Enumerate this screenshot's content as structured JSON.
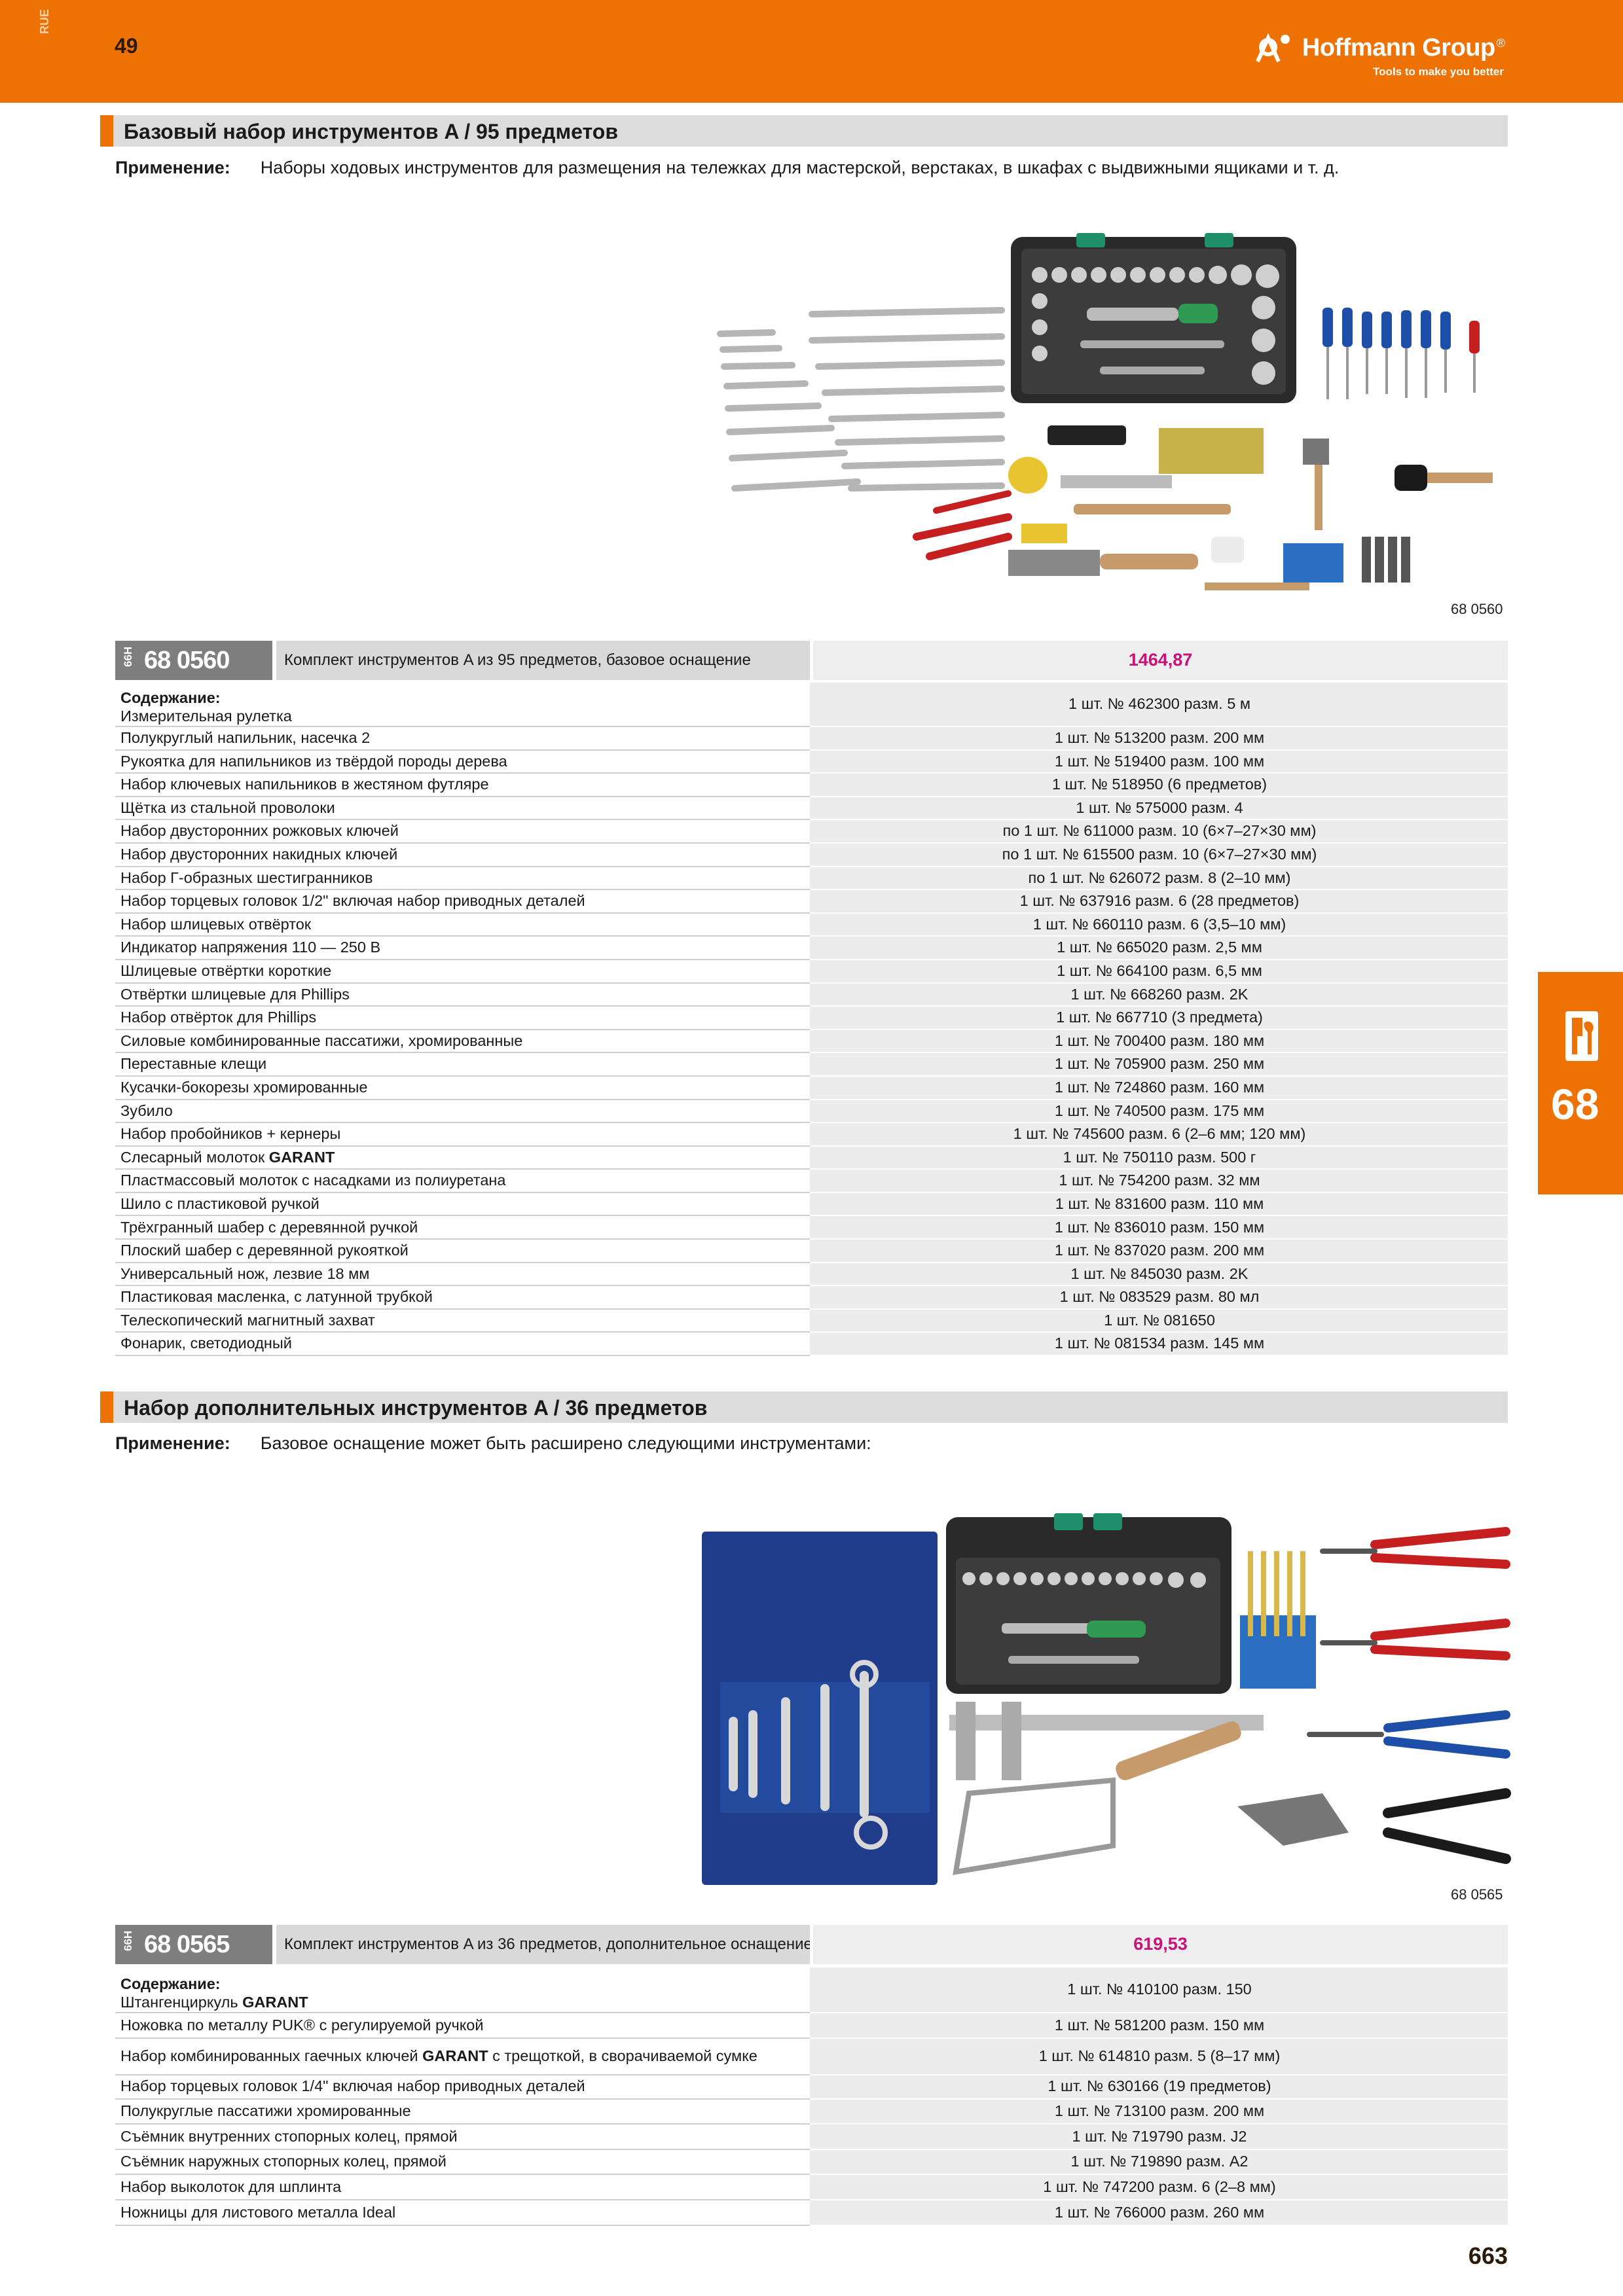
{
  "header": {
    "lang": "RUE",
    "page_top": "49",
    "brand_name": "Hoffmann Group",
    "brand_mark": "®",
    "tagline": "Tools to make you better"
  },
  "section1": {
    "title": "Базовый набор инструментов A / 95 предметов",
    "apply_label": "Применение:",
    "apply_text": "Наборы ходовых инструментов для размещения на тележках для мастерской, верстаках, в шкафах с выдвижными ящиками и т. д.",
    "image_caption": "68 0560",
    "image_icon": "tool-set-photo-icon",
    "product": {
      "vcode": "66H",
      "code": "68 0560",
      "description": "Комплект инструментов A из 95 предметов, базовое оснащение",
      "price": "1464,87"
    },
    "contents_label": "Содержание:",
    "items": [
      {
        "name": "Измерительная рулетка",
        "spec": "1 шт. № 462300 разм. 5 м"
      },
      {
        "name": "Полукруглый напильник, насечка 2",
        "spec": "1 шт. № 513200 разм. 200 мм"
      },
      {
        "name": "Рукоятка для напильников из твёрдой породы дерева",
        "spec": "1 шт. № 519400 разм. 100 мм"
      },
      {
        "name": "Набор ключевых напильников в жестяном футляре",
        "spec": "1 шт. № 518950 (6 предметов)"
      },
      {
        "name": "Щётка из стальной проволоки",
        "spec": "1 шт. № 575000 разм. 4"
      },
      {
        "name": "Набор двусторонних рожковых ключей",
        "spec": "по 1 шт. № 611000 разм. 10 (6×7–27×30 мм)"
      },
      {
        "name": "Набор двусторонних накидных ключей",
        "spec": "по 1 шт. № 615500 разм. 10 (6×7–27×30 мм)"
      },
      {
        "name": "Набор Г-образных шестигранников",
        "spec": "по 1 шт. № 626072 разм. 8 (2–10 мм)"
      },
      {
        "name": "Набор торцевых головок 1/2\" включая набор приводных деталей",
        "spec": "1 шт. № 637916 разм. 6 (28 предметов)"
      },
      {
        "name": "Набор шлицевых отвёрток",
        "spec": "1 шт. № 660110 разм. 6 (3,5–10 мм)"
      },
      {
        "name": "Индикатор напряжения 110 — 250 В",
        "spec": "1 шт. № 665020 разм. 2,5 мм"
      },
      {
        "name": "Шлицевые отвёртки короткие",
        "spec": "1 шт. № 664100 разм. 6,5 мм"
      },
      {
        "name": "Отвёртки шлицевые для Phillips",
        "spec": "1 шт. № 668260 разм. 2K"
      },
      {
        "name": "Набор отвёрток для Phillips",
        "spec": "1 шт. № 667710 (3 предмета)"
      },
      {
        "name": "Силовые комбинированные пассатижи, хромированные",
        "spec": "1 шт. № 700400 разм. 180 мм"
      },
      {
        "name": "Переставные клещи",
        "spec": "1 шт. № 705900 разм. 250 мм"
      },
      {
        "name": "Кусачки-бокорезы хромированные",
        "spec": "1 шт. № 724860 разм. 160 мм"
      },
      {
        "name": "Зубило",
        "spec": "1 шт. № 740500 разм. 175 мм"
      },
      {
        "name": "Набор пробойников + кернеры",
        "spec": "1 шт. № 745600 разм. 6 (2–6 мм; 120 мм)"
      },
      {
        "name": "Слесарный молоток",
        "brand": "GARANT",
        "spec": "1 шт. № 750110 разм. 500 г"
      },
      {
        "name": "Пластмассовый молоток с насадками из полиуретана",
        "spec": "1 шт. № 754200 разм. 32 мм"
      },
      {
        "name": "Шило с пластиковой ручкой",
        "spec": "1 шт. № 831600 разм. 110 мм"
      },
      {
        "name": "Трёхгранный шабер с деревянной ручкой",
        "spec": "1 шт. № 836010 разм. 150 мм"
      },
      {
        "name": "Плоский шабер с деревянной рукояткой",
        "spec": "1 шт. № 837020 разм. 200 мм"
      },
      {
        "name": "Универсальный нож, лезвие 18 мм",
        "spec": "1 шт. № 845030 разм. 2K"
      },
      {
        "name": "Пластиковая масленка, с латунной трубкой",
        "spec": "1 шт. № 083529 разм. 80 мл"
      },
      {
        "name": "Телескопический магнитный захват",
        "spec": "1 шт. № 081650"
      },
      {
        "name": "Фонарик, светодиодный",
        "spec": "1 шт. № 081534 разм. 145 мм"
      }
    ]
  },
  "section2": {
    "title": "Набор дополнительных инструментов A / 36 предметов",
    "apply_label": "Применение:",
    "apply_text": "Базовое оснащение может быть расширено следующими инструментами:",
    "image_caption": "68 0565",
    "image_icon": "tool-set-photo-icon",
    "product": {
      "vcode": "66H",
      "code": "68 0565",
      "description": "Комплект инструментов A из 36 предметов, дополнительное оснащение",
      "price": "619,53"
    },
    "contents_label": "Содержание:",
    "items": [
      {
        "name": "Штангенциркуль",
        "brand": "GARANT",
        "spec": "1 шт. № 410100 разм. 150"
      },
      {
        "name": "Ножовка по металлу PUK® с регулируемой ручкой",
        "spec": "1 шт. № 581200 разм. 150 мм"
      },
      {
        "name": "Набор комбинированных гаечных ключей",
        "brand": "GARANT",
        "name_suffix": "с трещоткой, в сворачиваемой сумке",
        "spec": "1 шт. № 614810 разм. 5 (8–17 мм)"
      },
      {
        "name": "Набор торцевых головок 1/4\" включая набор приводных деталей",
        "spec": "1 шт. № 630166 (19 предметов)"
      },
      {
        "name": "Полукруглые пассатижи хромированные",
        "spec": "1 шт. № 713100 разм. 200 мм"
      },
      {
        "name": "Съёмник внутренних стопорных колец, прямой",
        "spec": "1 шт. № 719790 разм. J2"
      },
      {
        "name": "Съёмник наружных стопорных колец, прямой",
        "spec": "1 шт. № 719890 разм. A2"
      },
      {
        "name": "Набор выколоток для шплинта",
        "spec": "1 шт. № 747200 разм. 6 (2–8 мм)"
      },
      {
        "name": "Ножницы для листового металла Ideal",
        "spec": "1 шт. № 766000 разм. 260 мм"
      }
    ]
  },
  "side_tab": {
    "icon": "wrench-tools-icon",
    "number": "68"
  },
  "page_bottom": "663",
  "colors": {
    "accent": "#ee7203",
    "price": "#c8127a",
    "code_bg": "#7e7e7e"
  }
}
